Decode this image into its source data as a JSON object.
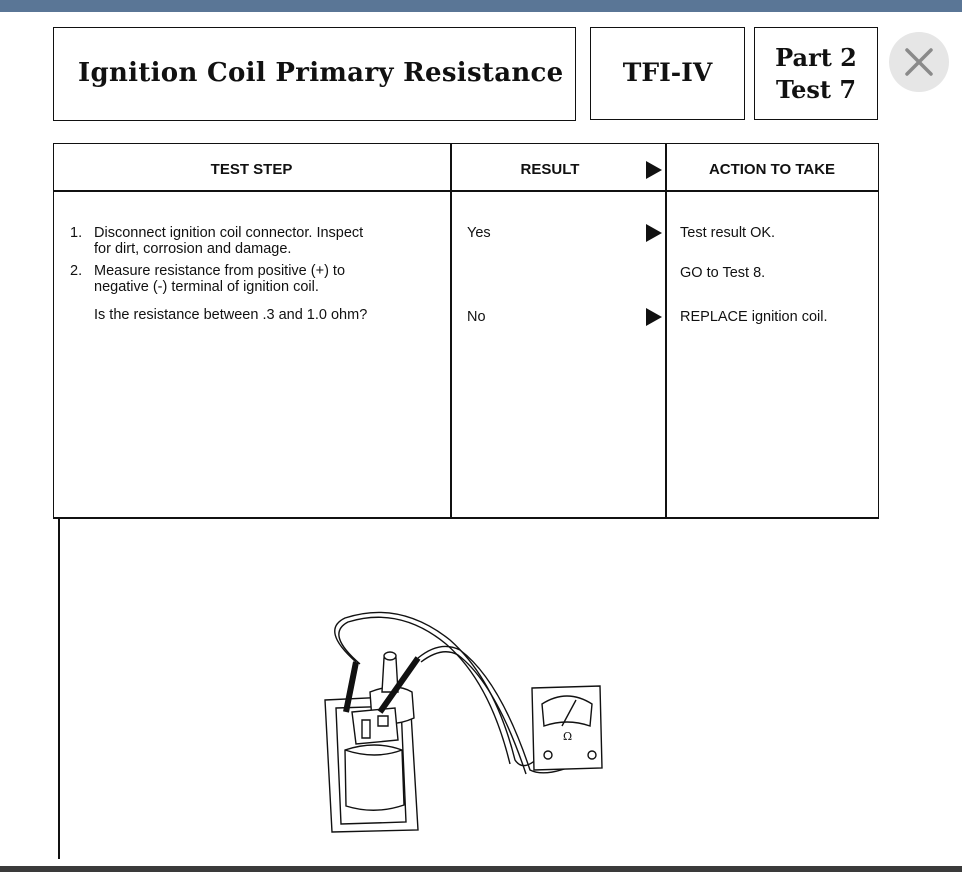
{
  "header": {
    "title": "Ignition Coil Primary Resistance",
    "system": "TFI-IV",
    "part": "Part 2",
    "test": "Test 7"
  },
  "close_button": {
    "icon": "close-icon"
  },
  "table": {
    "columns": {
      "test_step": "TEST STEP",
      "result": "RESULT",
      "action": "ACTION TO TAKE"
    },
    "steps": [
      {
        "num": "1.",
        "line1": "Disconnect ignition coil connector. Inspect",
        "line2": "for dirt, corrosion and damage."
      },
      {
        "num": "2.",
        "line1": "Measure resistance from positive (+) to",
        "line2": "negative (-) terminal of ignition coil."
      }
    ],
    "question": "Is the resistance between .3 and 1.0 ohm?",
    "results": [
      {
        "result": "Yes",
        "actions": [
          "Test result OK.",
          "GO to Test 8."
        ]
      },
      {
        "result": "No",
        "actions": [
          "REPLACE ignition coil."
        ]
      }
    ]
  }
}
